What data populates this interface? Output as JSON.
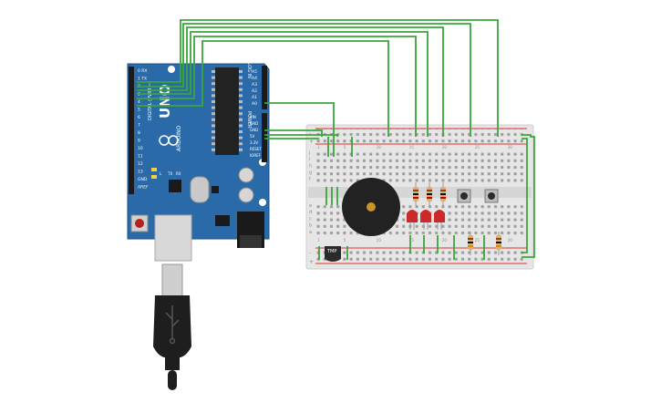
{
  "arduino": {
    "board_name": "UNO",
    "brand": "ARDUINO",
    "digital_label": "DIGITAL (PWM ~)",
    "analog_label": "ANALOG IN",
    "power_label": "POWER",
    "left_pins": [
      "0 RX",
      "1 TX",
      "2",
      "3",
      "4",
      "5",
      "6",
      "7",
      "8",
      "9",
      "10",
      "11",
      "12",
      "13",
      "GND",
      "AREF"
    ],
    "analog_pins": [
      "A5",
      "A4",
      "A3",
      "A2",
      "A1",
      "A0"
    ],
    "power_pins": [
      "VIN",
      "GND",
      "GND",
      "5V",
      "3.3V",
      "RESET",
      "IOREF"
    ],
    "led_labels": [
      "L",
      "TX",
      "RX"
    ],
    "colors": {
      "board": "#2a6aa8",
      "board_dark": "#1f568e",
      "chip": "#222222"
    }
  },
  "breadboard": {
    "rows_top": [
      "j",
      "i",
      "h",
      "g",
      "f"
    ],
    "rows_bottom": [
      "e",
      "d",
      "c",
      "b",
      "a"
    ],
    "columns": [
      "1",
      "5",
      "10",
      "15",
      "20",
      "25",
      "30"
    ],
    "rail_plus": "+",
    "rail_minus": "-"
  },
  "components": {
    "sensor_label": "TMP",
    "wire_color": "#3aa63a",
    "led_color": "#cc2a2a",
    "buzzer_color": "#222222"
  }
}
